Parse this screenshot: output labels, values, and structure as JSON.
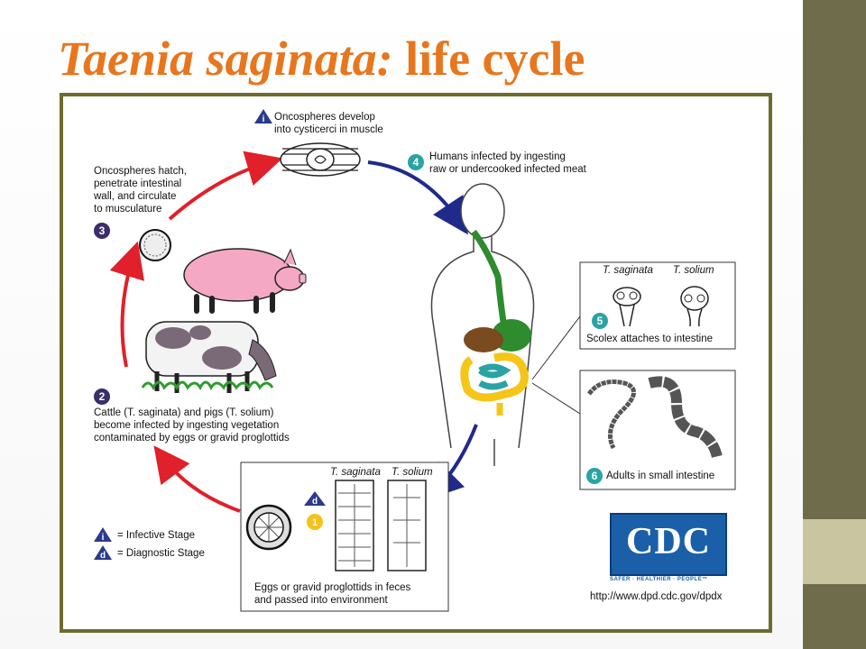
{
  "slide": {
    "title_italic": "Taenia saginata:",
    "title_rest": " life cycle",
    "colors": {
      "title": "#e8761d",
      "frame": "#6e6c2d",
      "sidebar": "#6e6c4b",
      "infective": "#2c3a8c",
      "diagnostic": "#2c3a8c",
      "yellow_stage": "#f6c21a",
      "teal_stage": "#2aa3a3",
      "purple_stage": "#3a2f6b",
      "red_arrow": "#e0202a",
      "blue_arrow": "#1f2a8a"
    }
  },
  "diagram": {
    "stage_i_text": [
      "Oncospheres develop",
      "into cysticerci in muscle"
    ],
    "stage4_num": "4",
    "stage4_text": [
      "Humans infected by ingesting",
      "raw or undercooked infected meat"
    ],
    "stage3_num": "3",
    "stage3_text": [
      "Oncospheres hatch,",
      "penetrate intestinal",
      "wall, and circulate",
      "to musculature"
    ],
    "stage2_num": "2",
    "stage2_text": [
      "Cattle (T. saginata) and pigs (T. solium)",
      "become infected by ingesting vegetation",
      "contaminated by eggs or gravid proglottids"
    ],
    "stage5_num": "5",
    "stage5_label_saginata": "T. saginata",
    "stage5_label_solium": "T. solium",
    "stage5_text": "Scolex attaches to intestine",
    "stage6_num": "6",
    "stage6_text": "Adults in small intestine",
    "stage1_num": "1",
    "stage1_label_saginata": "T. saginata",
    "stage1_label_solium": "T. solium",
    "stage1_text": [
      "Eggs or gravid proglottids in feces",
      "and passed into environment"
    ],
    "stage_d_letter": "d",
    "stage_i_letter": "i",
    "legend_infective": "= Infective Stage",
    "legend_diagnostic": "= Diagnostic Stage",
    "cdc_logo": "CDC",
    "cdc_tagline": "SAFER · HEALTHIER · PEOPLE™",
    "cdc_url": "http://www.dpd.cdc.gov/dpdx"
  }
}
